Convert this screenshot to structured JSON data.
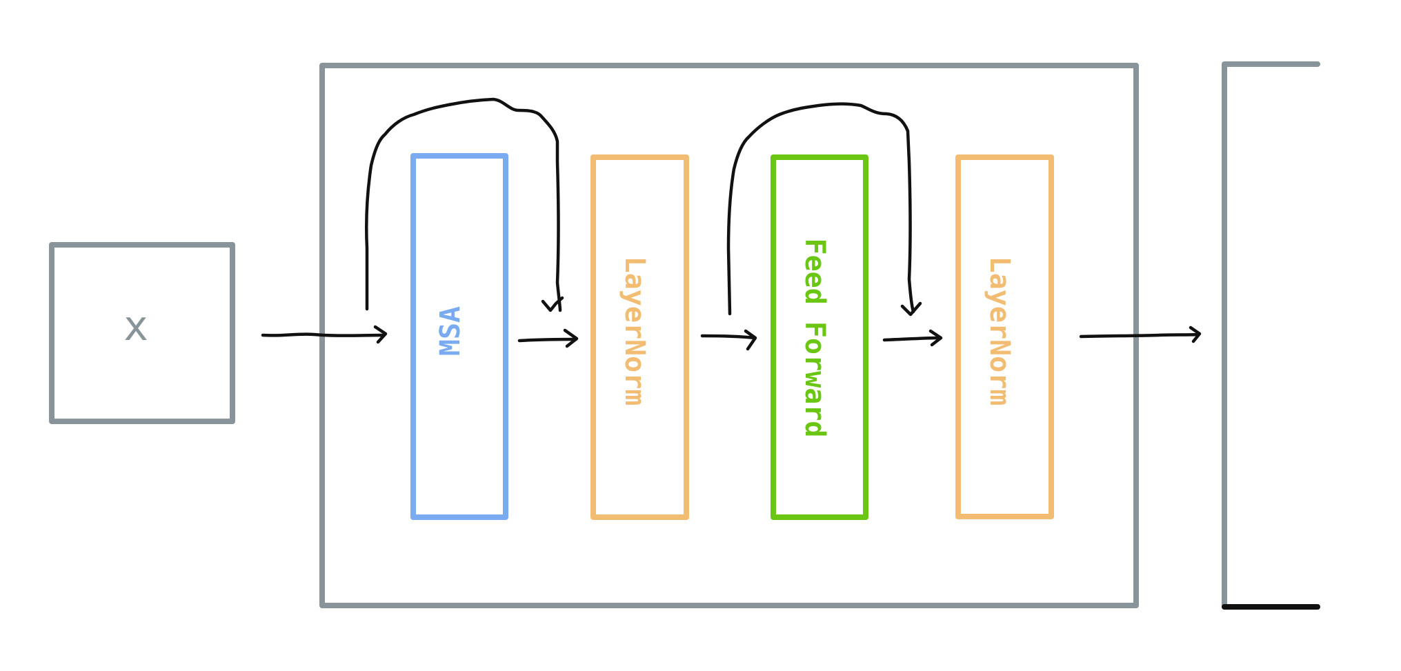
{
  "colors": {
    "container": "#88949a",
    "msa": "#7aabf0",
    "layernorm": "#f2bc73",
    "feedforward": "#6ac612",
    "arrow": "#111111"
  },
  "input_box": {
    "label": "x"
  },
  "encoder_block": {
    "blocks": [
      {
        "id": "msa",
        "label": "MSA",
        "color_key": "msa",
        "reversed": true
      },
      {
        "id": "layernorm-1",
        "label": "LayerNorm",
        "color_key": "layernorm",
        "reversed": false
      },
      {
        "id": "feedforward",
        "label": "Feed Forward",
        "color_key": "feedforward",
        "reversed": false
      },
      {
        "id": "layernorm-2",
        "label": "LayerNorm",
        "color_key": "layernorm",
        "reversed": false
      }
    ]
  },
  "icons": {
    "flow_arrow": "arrow-right-icon",
    "skip_connection": "curved-arrow-icon"
  }
}
